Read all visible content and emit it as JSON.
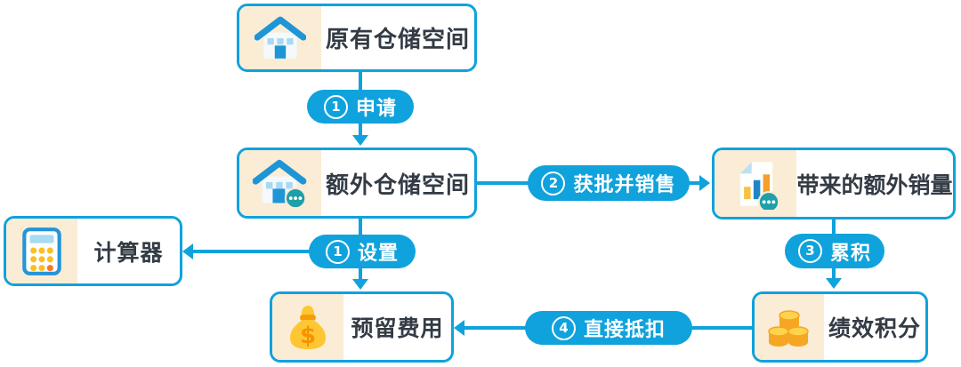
{
  "nodes": {
    "original_space": {
      "label": "原有仓储空间",
      "icon": "house-icon"
    },
    "extra_space": {
      "label": "额外仓储空间",
      "icon": "house-ellipsis-icon"
    },
    "extra_sales": {
      "label": "带来的额外销量",
      "icon": "sales-report-ellipsis-icon"
    },
    "calculator": {
      "label": "计算器",
      "icon": "calculator-icon"
    },
    "reserved_fee": {
      "label": "预留费用",
      "icon": "money-bag-icon"
    },
    "performance_points": {
      "label": "绩效积分",
      "icon": "coins-icon"
    }
  },
  "steps": {
    "apply": {
      "num": "1",
      "label": "申请"
    },
    "approve_sell": {
      "num": "2",
      "label": "获批并销售"
    },
    "setup": {
      "num": "1",
      "label": "设置"
    },
    "accumulate": {
      "num": "3",
      "label": "累积"
    },
    "deduct": {
      "num": "4",
      "label": "直接抵扣"
    }
  },
  "colors": {
    "accent_blue": "#10A2DC",
    "icon_panel_cream": "#FAECD5",
    "badge_teal": "#1F9FA9",
    "text_dark": "#333B44",
    "bar_yellow": "#F7C243",
    "bar_orange": "#F59E2D"
  }
}
